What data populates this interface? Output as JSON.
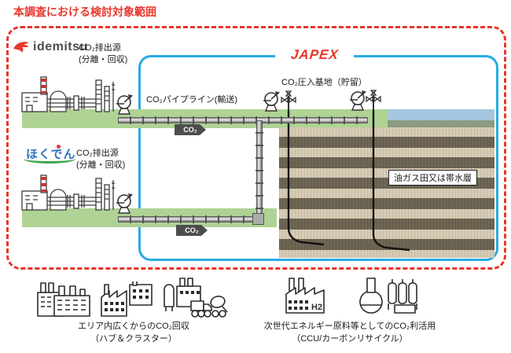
{
  "title": "本調査における検討対象範囲",
  "diagram": {
    "idemitsu_logo": "idemitsu",
    "hokuden_logo": "ほくでん",
    "japex_logo": "JAPEX",
    "source_top_line1": "CO₂排出源",
    "source_top_line2": "(分離・回収)",
    "source_bottom_line1": "CO₂排出源",
    "source_bottom_line2": "(分離・回収)",
    "pipeline_label": "CO₂パイプライン(輸送)",
    "injection_label": "CO₂圧入基地（貯留）",
    "reservoir_label": "油ガス田又は帯水層",
    "co2_badge_top": "CO₂",
    "co2_badge_bottom": "CO₂"
  },
  "legend": {
    "left_line1": "エリア内広くからのCO₂回収",
    "left_line2": "（ハブ＆クラスター）",
    "right_line1": "次世代エネルギー原料等としてのCO₂利活用",
    "right_line2": "（CCU/カーボンリサイクル）",
    "h2_text": "H2"
  },
  "colors": {
    "frame_red": "#e8362c",
    "japex_blue": "#29abe2",
    "ground_green": "#aed394",
    "sea_blue": "#a5c6de",
    "seabed_green": "#8a9b80",
    "layer_light": "#d8ccb5",
    "layer_dark": "#6e6554",
    "badge_gray": "#4d4d4d",
    "logo_red": "#e8362c",
    "hokuden_blue": "#2e74c0",
    "hokuden_green": "#3ea44e"
  }
}
